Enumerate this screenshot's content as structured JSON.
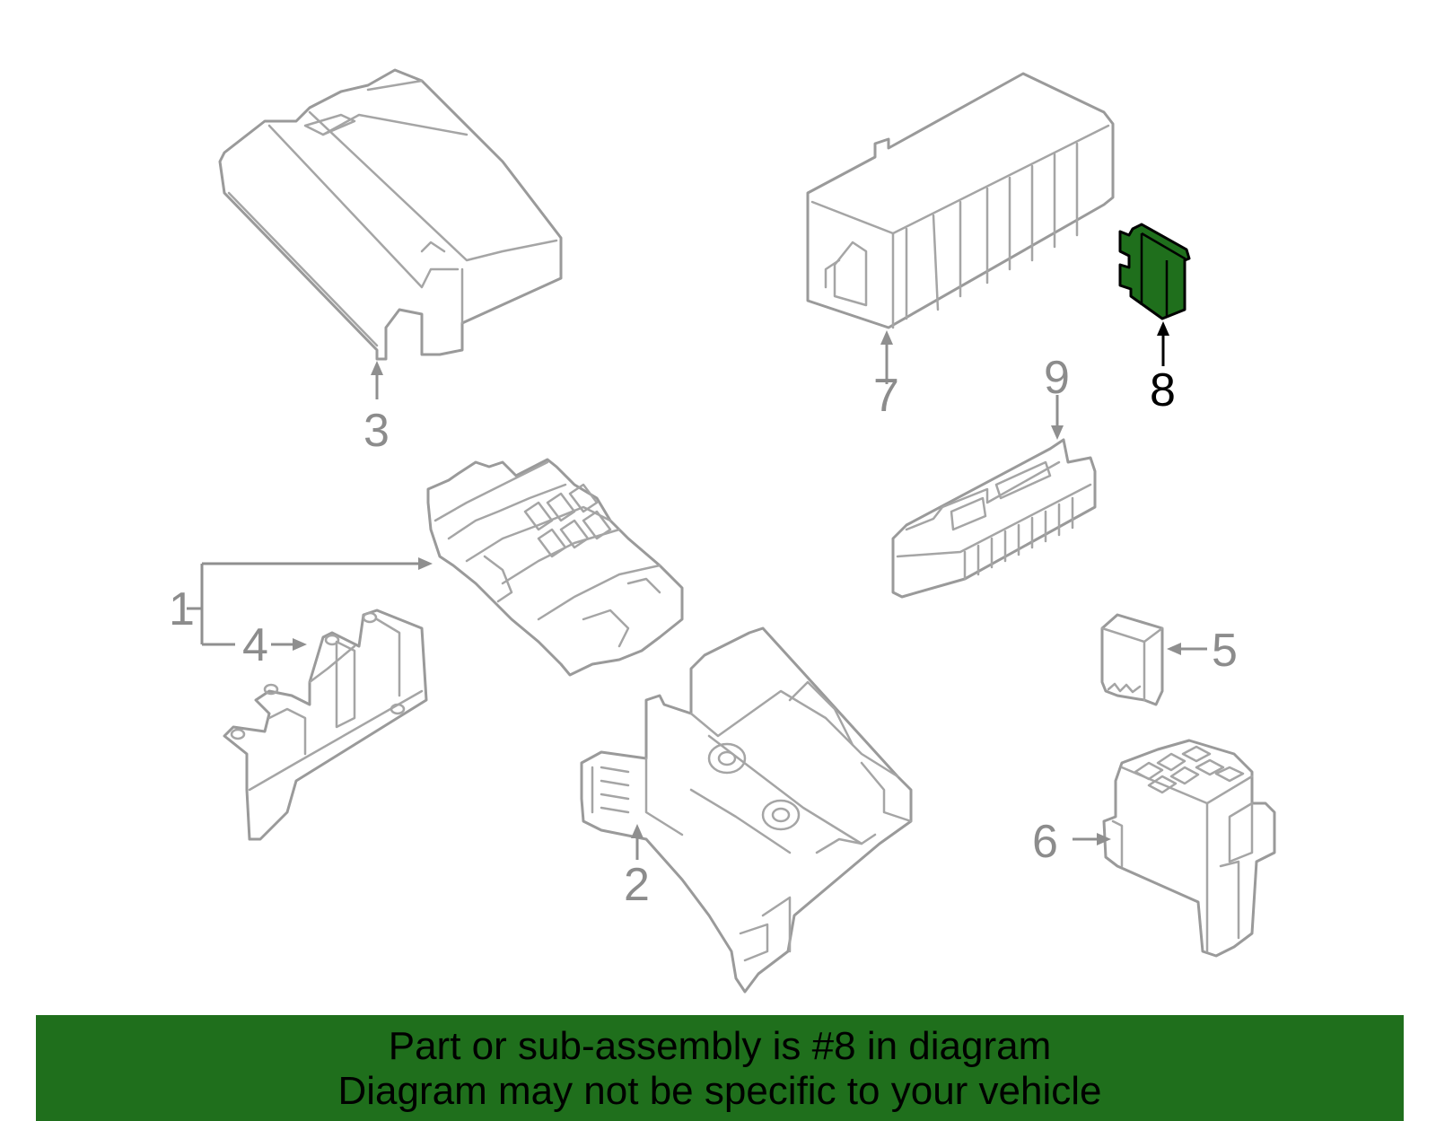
{
  "colors": {
    "highlight": "#1f6f1c",
    "line": "#9a9a9a",
    "active_label": "#000000"
  },
  "callouts": {
    "c1": "1",
    "c2": "2",
    "c3": "3",
    "c4": "4",
    "c5": "5",
    "c6": "6",
    "c7": "7",
    "c8": "8",
    "c9": "9"
  },
  "highlighted_part": "8",
  "banner": {
    "line1": "Part or sub-assembly is #8 in diagram",
    "line2": "Diagram may not be specific to your vehicle"
  }
}
